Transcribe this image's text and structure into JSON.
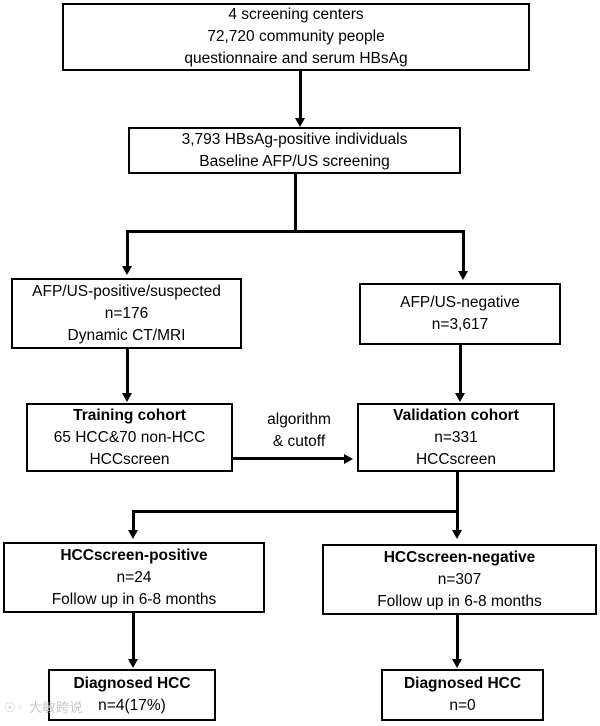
{
  "diagram": {
    "title": "HCCscreen study flow diagram",
    "background_color": "#ffffff",
    "line_color": "#000000",
    "nodes": [
      {
        "id": "screening-centers",
        "lines": [
          "4 screening centers",
          "72,720 community people",
          "questionnaire and serum HBsAg"
        ],
        "bold_lines": []
      },
      {
        "id": "hbsag-positive",
        "lines": [
          "3,793 HBsAg-positive individuals",
          "Baseline AFP/US screening"
        ],
        "bold_lines": []
      },
      {
        "id": "afp-us-positive",
        "lines": [
          "AFP/US-positive/suspected",
          "n=176",
          "Dynamic CT/MRI"
        ],
        "bold_lines": []
      },
      {
        "id": "afp-us-negative",
        "lines": [
          "AFP/US-negative",
          "n=3,617"
        ],
        "bold_lines": []
      },
      {
        "id": "training-cohort",
        "lines": [
          "Training cohort",
          "65 HCC&70 non-HCC",
          "HCCscreen"
        ],
        "bold_lines": [
          "Training cohort"
        ]
      },
      {
        "id": "validation-cohort",
        "lines": [
          "Validation cohort",
          "n=331",
          "HCCscreen"
        ],
        "bold_lines": [
          "Validation cohort"
        ]
      },
      {
        "id": "hccscreen-positive",
        "lines": [
          "HCCscreen-positive",
          "n=24",
          "Follow up in 6-8 months"
        ],
        "bold_lines": [
          "HCCscreen-positive"
        ]
      },
      {
        "id": "hccscreen-negative",
        "lines": [
          "HCCscreen-negative",
          "n=307",
          "Follow up in 6-8 months"
        ],
        "bold_lines": [
          "HCCscreen-negative"
        ]
      },
      {
        "id": "diagnosed-hcc-left",
        "lines": [
          "Diagnosed HCC",
          "n=4(17%)"
        ],
        "bold_lines": [
          "Diagnosed HCC"
        ]
      },
      {
        "id": "diagnosed-hcc-right",
        "lines": [
          "Diagnosed HCC",
          "n=0"
        ],
        "bold_lines": [
          "Diagnosed HCC"
        ]
      }
    ],
    "edge_labels": [
      {
        "id": "algorithm-cutoff",
        "lines": [
          "algorithm",
          "& cutoff"
        ]
      }
    ],
    "watermark": "大敏跨说"
  },
  "node_text": {
    "screening_centers": {
      "line1": "4 screening centers",
      "line2": "72,720 community people",
      "line3": "questionnaire and serum HBsAg"
    },
    "hbsag_positive": {
      "line1": "3,793 HBsAg-positive individuals",
      "line2": "Baseline AFP/US screening"
    },
    "afp_us_positive": {
      "line1": "AFP/US-positive/suspected",
      "line2": "n=176",
      "line3": "Dynamic CT/MRI"
    },
    "afp_us_negative": {
      "line1": "AFP/US-negative",
      "line2": "n=3,617"
    },
    "training_cohort": {
      "line1": "Training cohort",
      "line2": "65 HCC&70 non-HCC",
      "line3": "HCCscreen"
    },
    "validation_cohort": {
      "line1": "Validation cohort",
      "line2": "n=331",
      "line3": "HCCscreen"
    },
    "hccscreen_positive": {
      "line1": "HCCscreen-positive",
      "line2": "n=24",
      "line3": "Follow up in 6-8 months"
    },
    "hccscreen_negative": {
      "line1": "HCCscreen-negative",
      "line2": "n=307",
      "line3": "Follow up in 6-8 months"
    },
    "diagnosed_hcc_left": {
      "line1": "Diagnosed HCC",
      "line2": "n=4(17%)"
    },
    "diagnosed_hcc_right": {
      "line1": "Diagnosed HCC",
      "line2": "n=0"
    },
    "algorithm_label": {
      "line1": "algorithm",
      "line2": "& cutoff"
    }
  },
  "watermark": {
    "text": "大敏跨说"
  }
}
